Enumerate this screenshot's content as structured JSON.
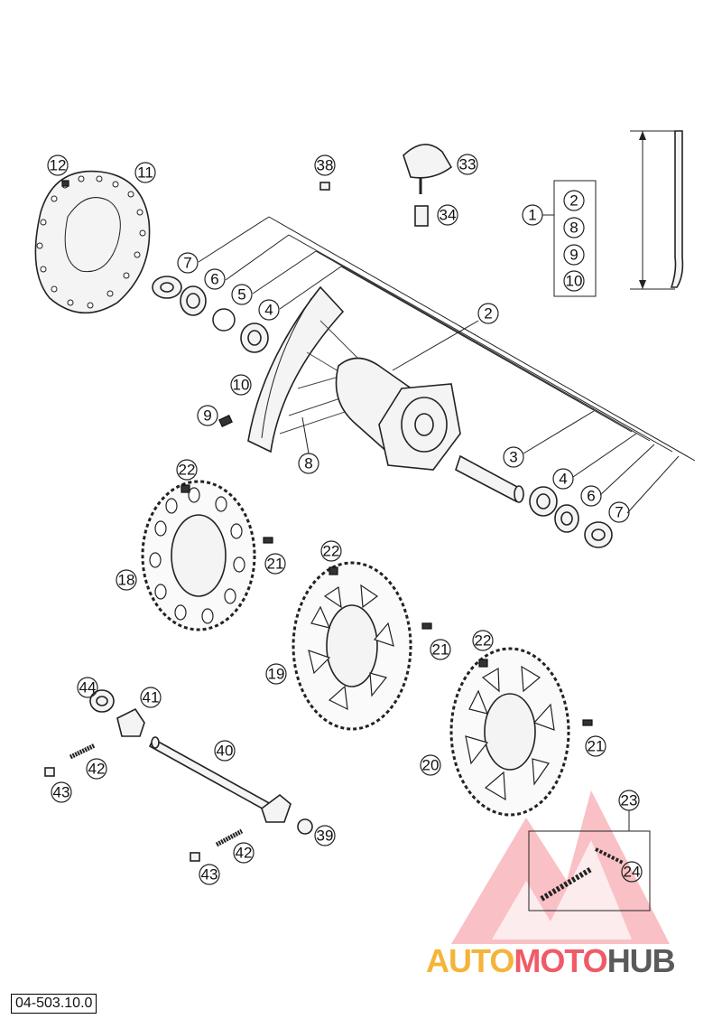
{
  "diagram": {
    "reference_code": "04-503.10.0",
    "callouts": {
      "c12": "12",
      "c11": "11",
      "c38": "38",
      "c33": "33",
      "c34": "34",
      "c1": "1",
      "c2_box": "2",
      "c8_box": "8",
      "c9_box": "9",
      "c10_box": "10",
      "c7a": "7",
      "c6a": "6",
      "c5": "5",
      "c4a": "4",
      "c2": "2",
      "c10": "10",
      "c9": "9",
      "c8": "8",
      "c3": "3",
      "c4b": "4",
      "c6b": "6",
      "c7b": "7",
      "c22a": "22",
      "c21a": "21",
      "c18": "18",
      "c22b": "22",
      "c21b": "21",
      "c19": "19",
      "c22c": "22",
      "c21c": "21",
      "c20": "20",
      "c44": "44",
      "c41": "41",
      "c40": "40",
      "c42a": "42",
      "c43a": "43",
      "c39": "39",
      "c42b": "42",
      "c43b": "43",
      "c23": "23",
      "c24": "24"
    }
  },
  "watermark": {
    "brand_part1": "AUTO",
    "brand_part2": "MOTO",
    "brand_part3": "HUB",
    "colors": {
      "yellow": "#f4b43a",
      "red": "#ef5b68",
      "gray": "#5a5a5a"
    }
  }
}
